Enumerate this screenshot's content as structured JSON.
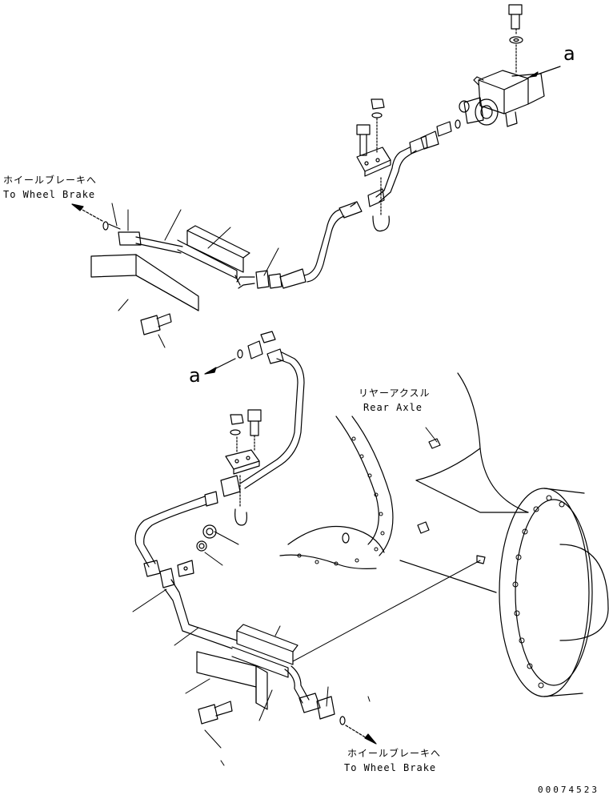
{
  "labels": {
    "wheel_brake_top_ja": "ホイールブレーキへ",
    "wheel_brake_top_en": "To Wheel Brake",
    "callout_a_top": "a",
    "callout_a_mid": "a",
    "rear_axle_ja": "リヤーアクスル",
    "rear_axle_en": "Rear Axle",
    "wheel_brake_bottom_ja": "ホイールブレーキへ",
    "wheel_brake_bottom_en": "To Wheel Brake",
    "drawing_number": "00074523"
  },
  "colors": {
    "line": "#000000",
    "background": "#ffffff"
  }
}
